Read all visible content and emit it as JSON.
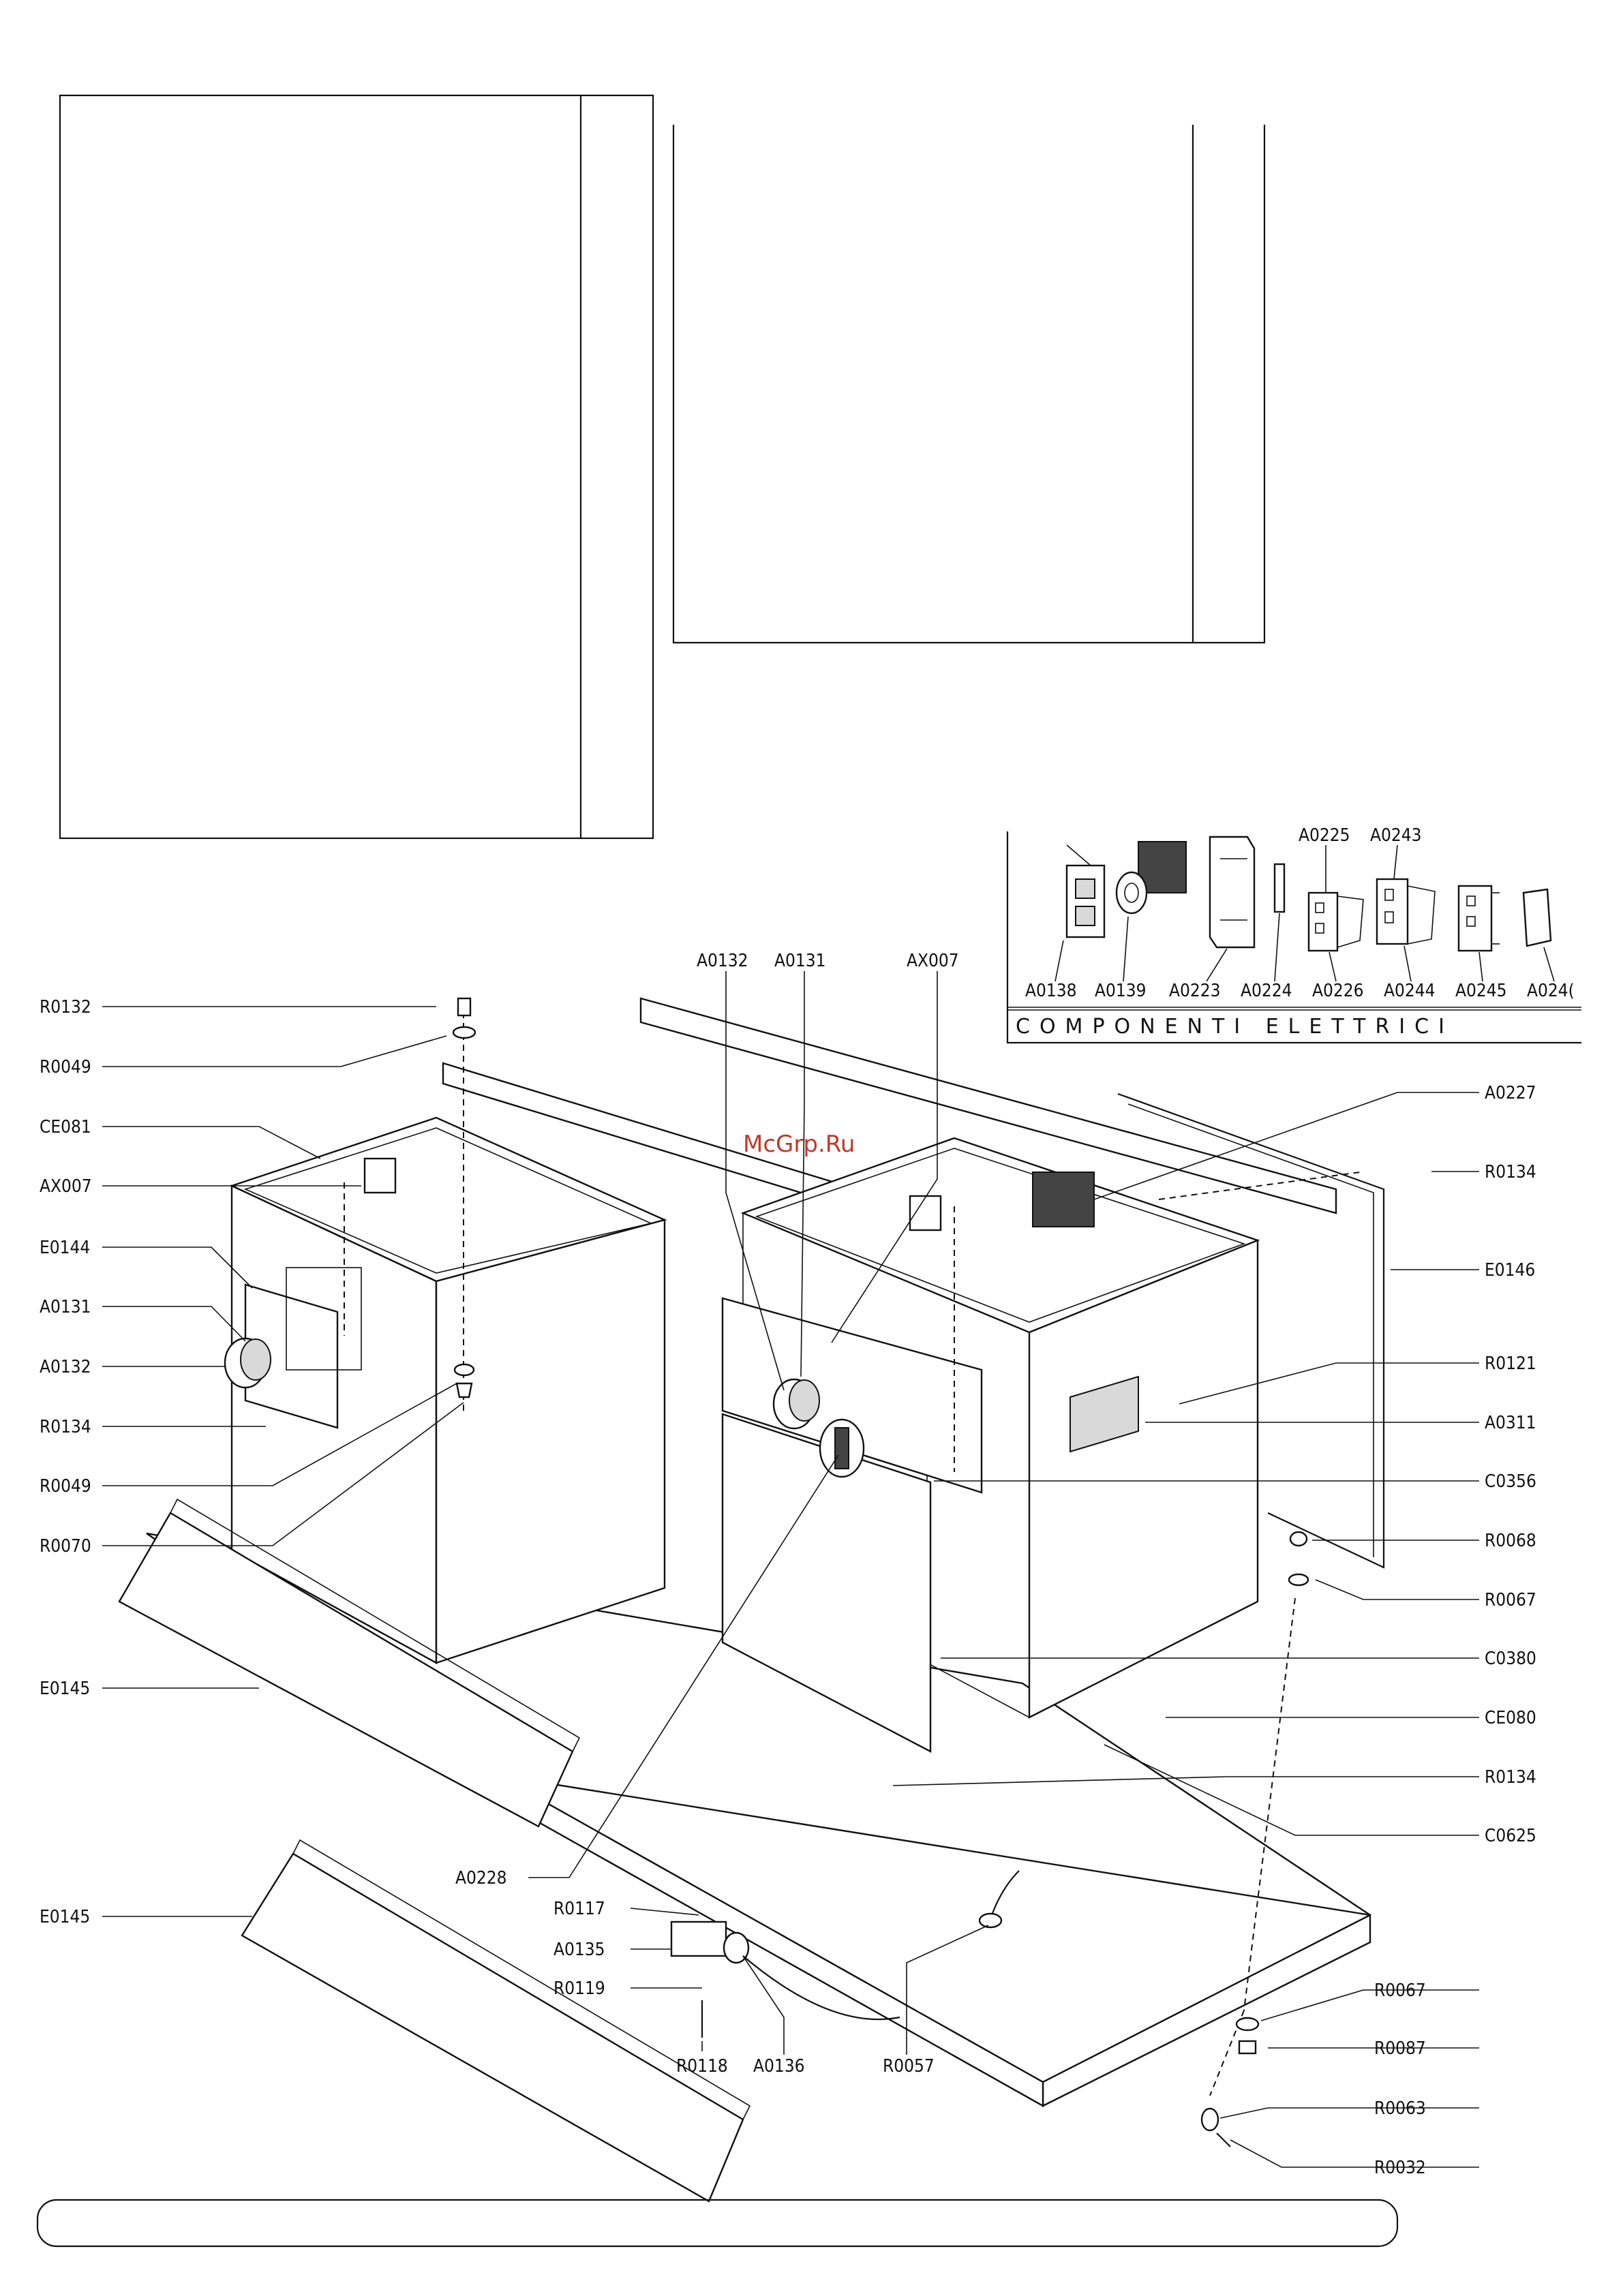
{
  "watermark": "McGrp.Ru",
  "components_legend": {
    "title": "COMPONENTI ELETTRICI",
    "items": [
      "A0138",
      "A0139",
      "A0223",
      "A0224",
      "A0226",
      "A0244",
      "A0245",
      "A024(",
      "A0225",
      "A0243"
    ]
  },
  "callouts_left": [
    "R0132",
    "R0049",
    "CE081",
    "AX007",
    "E0144",
    "A0131",
    "A0132",
    "R0134",
    "R0049",
    "R0070",
    "E0145",
    "E0145"
  ],
  "callouts_top": [
    "A0132",
    "A0131",
    "AX007"
  ],
  "callouts_right": [
    "A0227",
    "R0134",
    "E0146",
    "R0121",
    "A0311",
    "C0356",
    "R0068",
    "R0067",
    "C0380",
    "CE080",
    "R0134",
    "C0625",
    "R0067",
    "R0087",
    "R0063",
    "R0032"
  ],
  "callouts_bottom": [
    "A0228",
    "R0117",
    "A0135",
    "R0119",
    "R0118",
    "A0136",
    "R0057"
  ]
}
